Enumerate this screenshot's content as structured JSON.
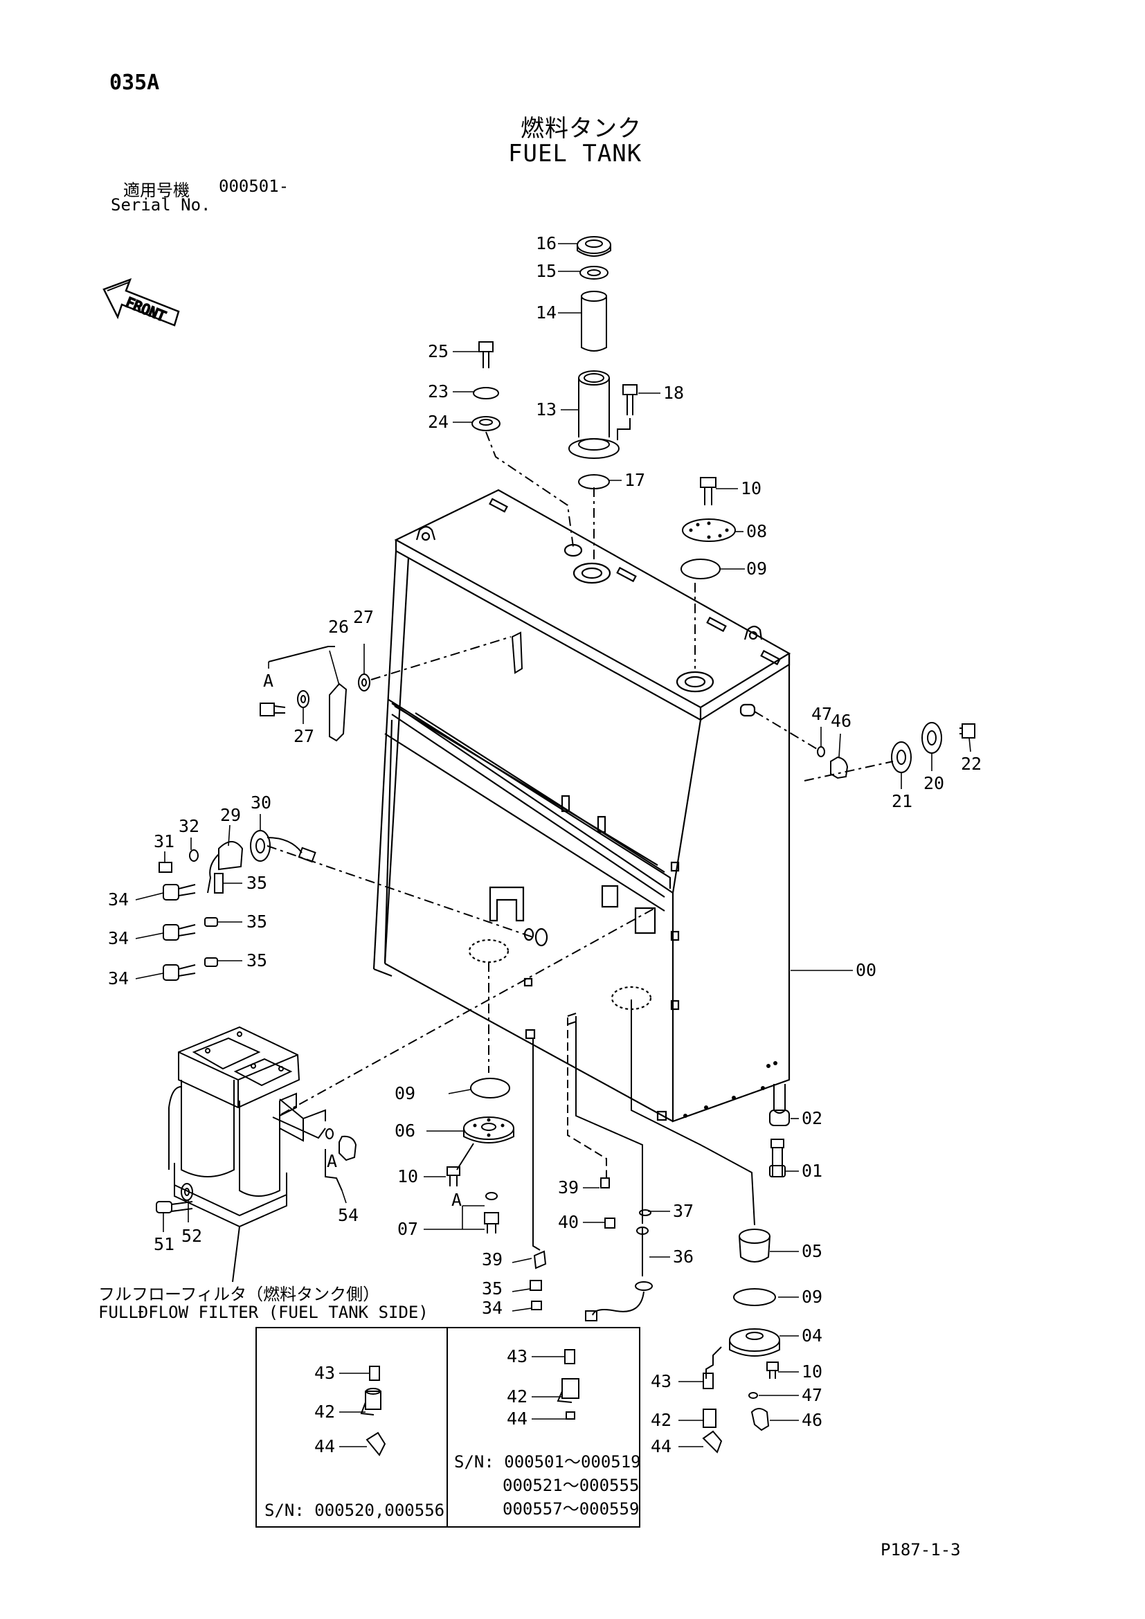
{
  "page_code": "035A",
  "title_jp": "燃料タンク",
  "title_en": "FUEL TANK",
  "serial_jp": "適用号機",
  "serial_value": "000501-",
  "serial_en": "Serial No.",
  "front_label": "FRONT",
  "filter_caption_jp": "フルフローフィルタ（燃料タンク側）",
  "filter_caption_en": "FULLÐFLOW FILTER (FUEL TANK SIDE)",
  "inset_left_sn": "S/N: 000520,000556",
  "inset_right_sn": [
    "S/N: 000501～000519",
    "000521～000555",
    "000557～000559"
  ],
  "ref_a": "A",
  "page_footer": "P187-1-3",
  "part_labels": [
    "16",
    "15",
    "14",
    "25",
    "23",
    "24",
    "13",
    "18",
    "17",
    "10",
    "08",
    "09",
    "26",
    "27",
    "27",
    "47",
    "46",
    "21",
    "20",
    "22",
    "31",
    "32",
    "29",
    "30",
    "35",
    "34",
    "35",
    "34",
    "35",
    "34",
    "00",
    "09",
    "06",
    "10",
    "07",
    "02",
    "01",
    "39",
    "37",
    "40",
    "36",
    "05",
    "51",
    "52",
    "54",
    "39",
    "35",
    "34",
    "09",
    "04",
    "10",
    "47",
    "46",
    "43",
    "42",
    "44",
    "43",
    "42",
    "44",
    "43",
    "42",
    "44"
  ]
}
